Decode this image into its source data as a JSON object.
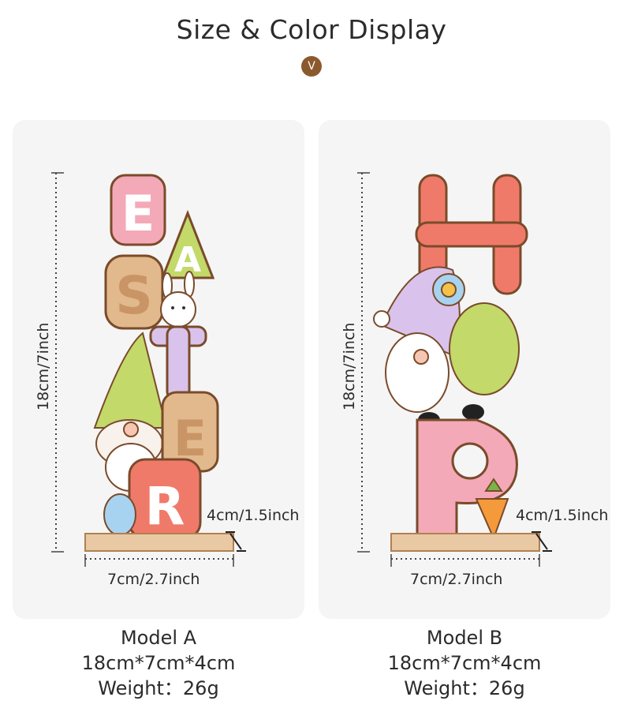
{
  "header": {
    "title": "Size & Color Display",
    "badge_glyph": "V"
  },
  "models": [
    {
      "letters": "EASTER",
      "height_label": "18cm/7inch",
      "depth_label": "4cm/1.5inch",
      "width_label": "7cm/2.7inch",
      "name": "Model  A",
      "size": "18cm*7cm*4cm",
      "weight": "Weight：26g"
    },
    {
      "letters": "HOP",
      "height_label": "18cm/7inch",
      "depth_label": "4cm/1.5inch",
      "width_label": "7cm/2.7inch",
      "name": "Model  B",
      "size": "18cm*7cm*4cm",
      "weight": "Weight：26g"
    }
  ],
  "colors": {
    "pink": "#f4a9b8",
    "green": "#c3d96a",
    "purple": "#d9c3ec",
    "orange": "#f07a6a",
    "wood": "#e2b98c",
    "brown": "#8a5a2e"
  }
}
